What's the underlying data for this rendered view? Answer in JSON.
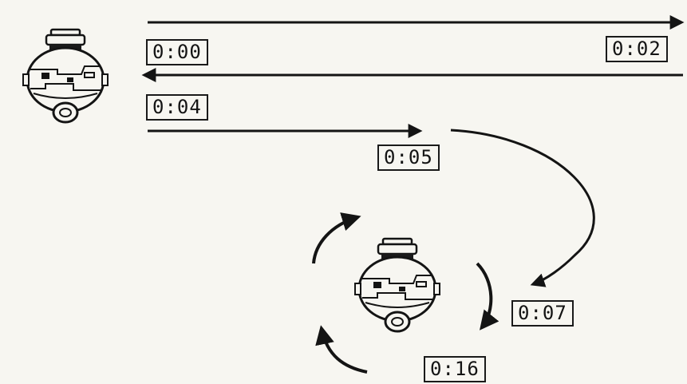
{
  "timestamps": [
    "0:00",
    "0:02",
    "0:04",
    "0:05",
    "0:07",
    "0:16"
  ],
  "colors": {
    "ink": "#141414",
    "paper": "#f7f6f1"
  },
  "icons": [
    "robot-icon",
    "arrow-right-icon",
    "arrow-left-icon",
    "curved-arrow-icon",
    "rotate-arrows-icon"
  ]
}
